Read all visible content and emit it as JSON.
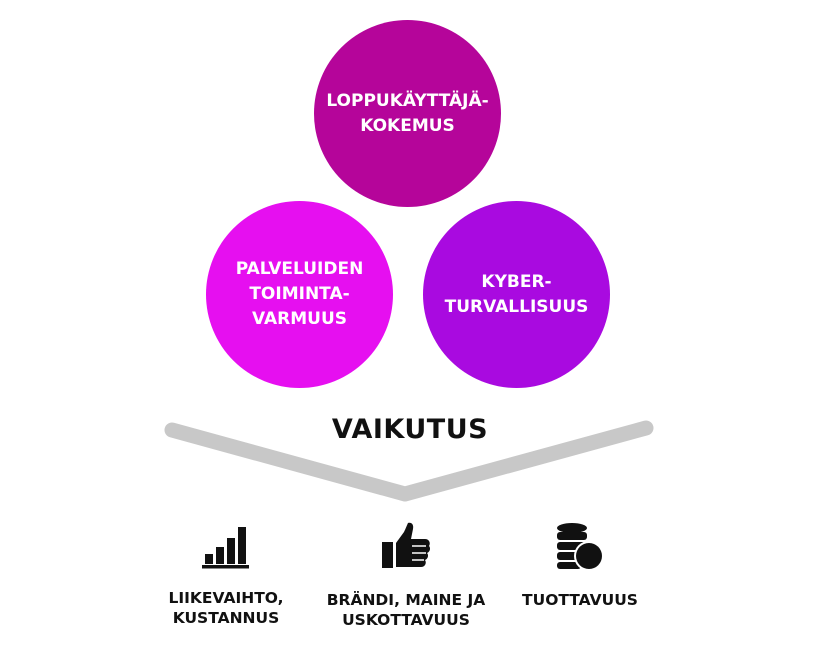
{
  "circles": [
    {
      "id": "top",
      "label": "LOPPUKÄYTTÄJÄ-\nKOKEMUS",
      "color": "#b5059a"
    },
    {
      "id": "left",
      "label": "PALVELUIDEN\nTOIMINTA-\nVARMUUS",
      "color": "#e60ff0"
    },
    {
      "id": "right",
      "label": "KYBER-\nTURVALLISUUS",
      "color": "#a90ae0"
    }
  ],
  "impact": {
    "title": "VAIKUTUS",
    "chevron_color": "#c8c8c8"
  },
  "outcomes": [
    {
      "label": "LIIKEVAIHTO,\nKUSTANNUS",
      "icon": "bar-chart-icon"
    },
    {
      "label": "BRÄNDI, MAINE JA\nUSKOTTAVUUS",
      "icon": "thumbs-up-icon"
    },
    {
      "label": "TUOTTAVUUS",
      "icon": "coin-stack-icon"
    }
  ]
}
